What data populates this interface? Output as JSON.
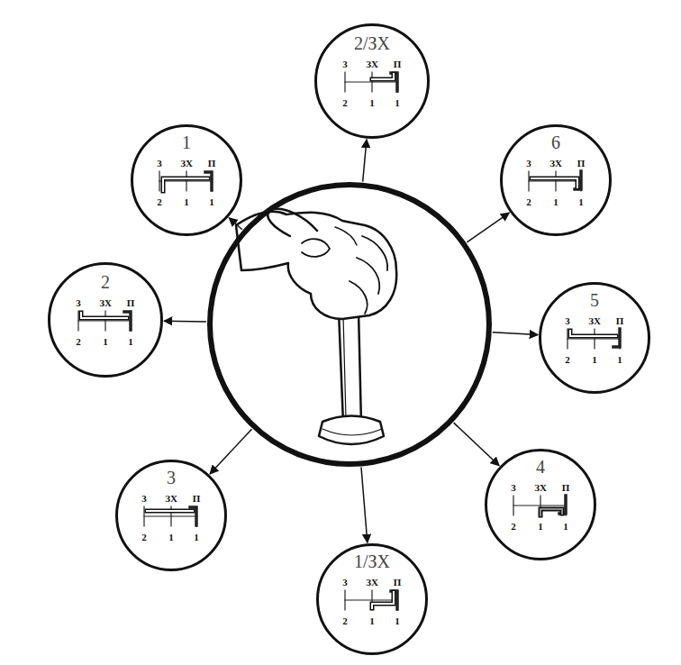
{
  "diagram": {
    "nodes": [
      {
        "text": []
      },
      {
        "text": [
          "1",
          "3",
          "ЗХ",
          "П",
          "2",
          "1",
          "1"
        ]
      },
      {
        "text": [
          "2/ЗХ",
          "3",
          "ЗХ",
          "П",
          "2",
          "1",
          "1"
        ]
      },
      {
        "text": [
          "6",
          "3",
          "ЗХ",
          "П",
          "2",
          "1",
          "1"
        ]
      },
      {
        "text": [
          "2",
          "3",
          "ЗХ",
          "П",
          "2",
          "1",
          "1"
        ]
      },
      {
        "text": [
          "5",
          "3",
          "ЗХ",
          "П",
          "2",
          "1",
          "1"
        ]
      },
      {
        "text": [
          "3",
          "3",
          "ЗХ",
          "П",
          "2",
          "1",
          "1"
        ]
      },
      {
        "text": [
          "4",
          "3",
          "ЗХ",
          "П",
          "2",
          "1",
          "1"
        ]
      },
      {
        "text": [
          "1/ЗХ",
          "3",
          "ЗХ",
          "П",
          "2",
          "1",
          "1"
        ]
      }
    ],
    "edges": [
      {
        "from": 0,
        "to": 1,
        "arrow": "to"
      },
      {
        "from": 0,
        "to": 2,
        "arrow": "to"
      },
      {
        "from": 0,
        "to": 3,
        "arrow": "to"
      },
      {
        "from": 0,
        "to": 4,
        "arrow": "to"
      },
      {
        "from": 0,
        "to": 5,
        "arrow": "to"
      },
      {
        "from": 0,
        "to": 6,
        "arrow": "to"
      },
      {
        "from": 0,
        "to": 7,
        "arrow": "to"
      },
      {
        "from": 0,
        "to": 8,
        "arrow": "to"
      }
    ]
  }
}
